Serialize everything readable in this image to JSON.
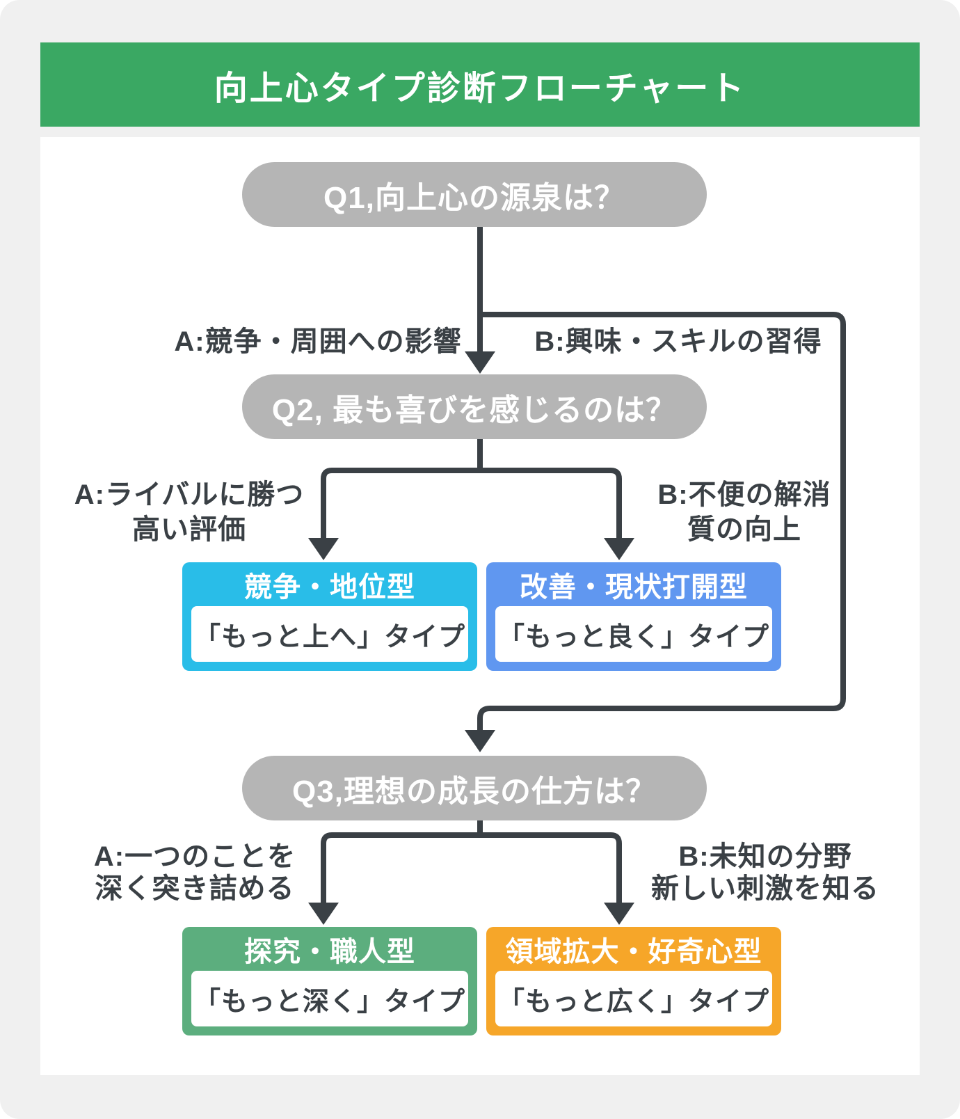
{
  "colors": {
    "header_green": "#3aa863",
    "pill_gray": "#b5b5b5",
    "line_dark": "#3a4045",
    "page_bg": "#f0f0f0",
    "panel_bg": "#ffffff"
  },
  "header": {
    "title": "向上心タイプ診断フローチャート"
  },
  "flow": {
    "q1": {
      "label": "Q1,向上心の源泉は？",
      "branch_a": "A:競争・周囲への影響",
      "branch_b": "B:興味・スキルの習得"
    },
    "q2": {
      "label": "Q2, 最も喜びを感じるのは？",
      "branch_a": [
        "A:ライバルに勝つ",
        "高い評価"
      ],
      "branch_b": [
        "B:不便の解消",
        "質の向上"
      ]
    },
    "q3": {
      "label": "Q3,理想の成長の仕方は？",
      "branch_a": [
        "A:一つのことを",
        "深く突き詰める"
      ],
      "branch_b": [
        "B:未知の分野",
        "新しい刺激を知る"
      ]
    },
    "results": {
      "competition": {
        "title": "競争・地位型",
        "subtitle": "「もっと上へ」タイプ",
        "color": "#29bde8"
      },
      "improvement": {
        "title": "改善・現状打開型",
        "subtitle": "「もっと良く」タイプ",
        "color": "#6097f0"
      },
      "mastery": {
        "title": "探究・職人型",
        "subtitle": "「もっと深く」タイプ",
        "color": "#5cae7e"
      },
      "curiosity": {
        "title": "領域拡大・好奇心型",
        "subtitle": "「もっと広く」タイプ",
        "color": "#f6a629"
      }
    }
  }
}
